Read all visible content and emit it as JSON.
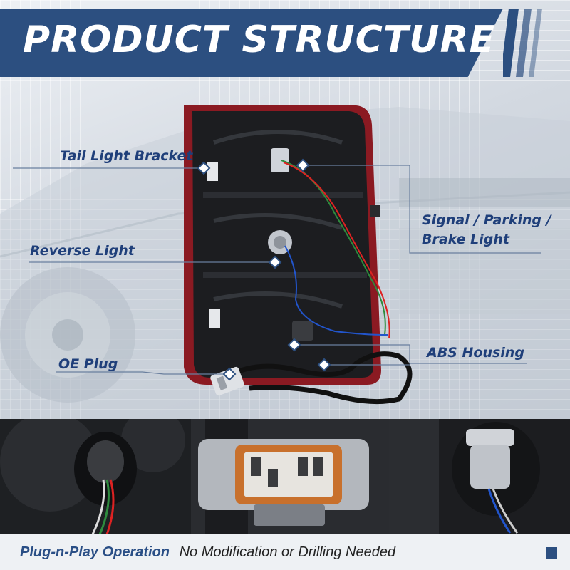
{
  "title": "PRODUCT STRUCTURE",
  "callouts": {
    "tail_light_bracket": "Tail Light Bracket",
    "reverse_light": "Reverse Light",
    "oe_plug": "OE Plug",
    "signal_line1": "Signal / Parking /",
    "signal_line2": "Brake Light",
    "abs_housing": "ABS Housing"
  },
  "footer": {
    "feature": "Plug-n-Play Operation",
    "description": "No Modification or Drilling Needed"
  },
  "colors": {
    "brand_blue": "#2c4f80",
    "label_blue": "#1f3f7a",
    "lens_red": "#8b1a22",
    "housing_black": "#1c1d20",
    "connector_orange": "#c8702c"
  },
  "icons": {
    "marker": "diamond-marker-icon",
    "bullet": "square-bullet-icon"
  }
}
